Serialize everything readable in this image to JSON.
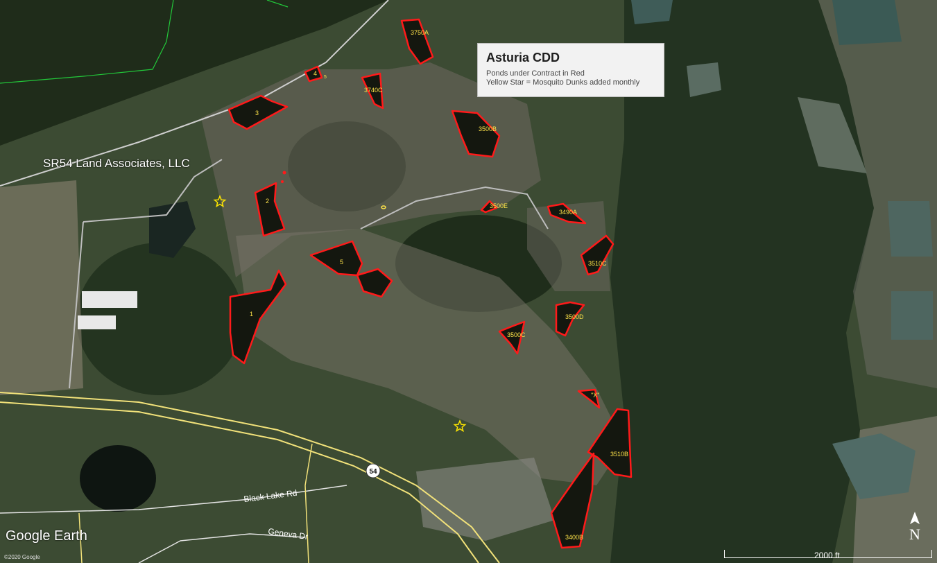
{
  "legend": {
    "title": "Asturia CDD",
    "line1": "Ponds under Contract in Red",
    "line2": "Yellow Star = Mosquito Dunks added monthly"
  },
  "parcel_label": "SR54 Land Associates, LLC",
  "road_labels": {
    "black_lake": "Black Lake Rd",
    "geneva": "Geneva Dr",
    "route": "54"
  },
  "ponds": [
    {
      "id": "3750A"
    },
    {
      "id": "4"
    },
    {
      "id": "3740C"
    },
    {
      "id": "3"
    },
    {
      "id": "3500B"
    },
    {
      "id": "2"
    },
    {
      "id": "3500E"
    },
    {
      "id": "3490A"
    },
    {
      "id": "5"
    },
    {
      "id": "3510C"
    },
    {
      "id": "1"
    },
    {
      "id": "3500D"
    },
    {
      "id": "3500C"
    },
    {
      "id": "\"X\""
    },
    {
      "id": "3510B"
    },
    {
      "id": "3400B"
    }
  ],
  "small_marks": {
    "five": "5"
  },
  "branding": {
    "watermark": "Google Earth",
    "copyright": "©2020 Google"
  },
  "scale": {
    "label": "2000 ft"
  },
  "compass": {
    "label": "N"
  },
  "colors": {
    "pond_outline": "#ff1a1a",
    "pond_fill": "#14170f",
    "pond_label": "#ffe44a",
    "star": "#ffe600",
    "road": "#f2e27a",
    "boundary": "#22c83a"
  }
}
